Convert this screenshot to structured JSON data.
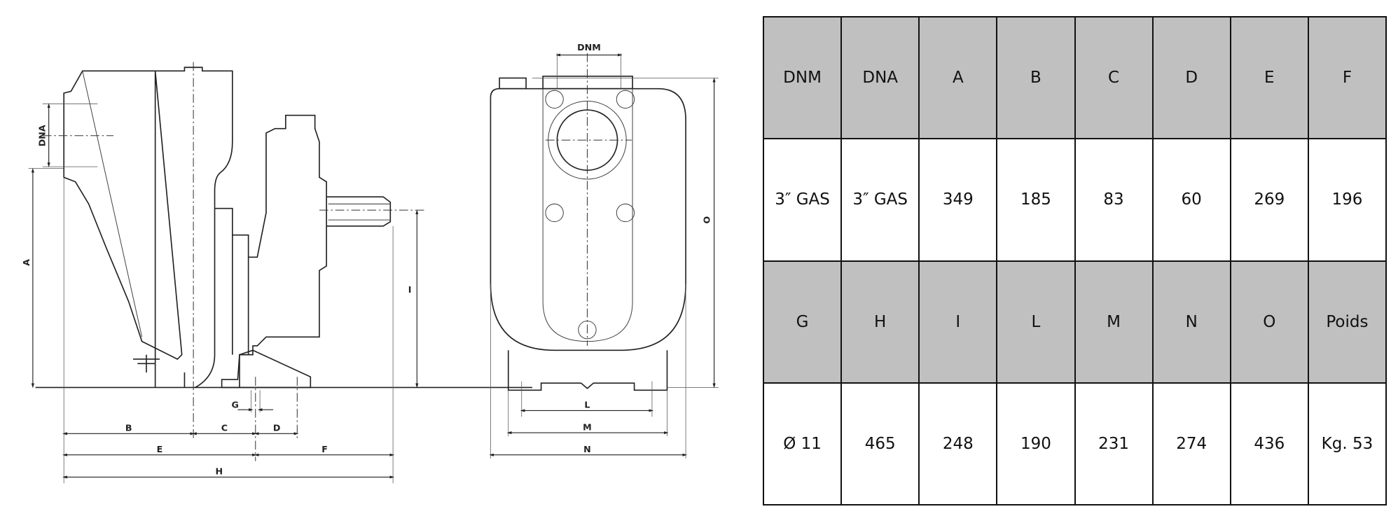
{
  "drawing": {
    "side_view_labels": {
      "A": "A",
      "DNA": "DNA",
      "I": "I",
      "G": "G",
      "B": "B",
      "C": "C",
      "D": "D",
      "E": "E",
      "F": "F",
      "H": "H"
    },
    "front_view_labels": {
      "DNM": "DNM",
      "O": "O",
      "L": "L",
      "M": "M",
      "N": "N"
    }
  },
  "table": {
    "header_row_1": [
      "DNM",
      "DNA",
      "A",
      "B",
      "C",
      "D",
      "E",
      "F"
    ],
    "value_row_1": [
      "3″ GAS",
      "3″ GAS",
      "349",
      "185",
      "83",
      "60",
      "269",
      "196"
    ],
    "header_row_2": [
      "G",
      "H",
      "I",
      "L",
      "M",
      "N",
      "O",
      "Poids"
    ],
    "value_row_2": [
      "Ø 11",
      "465",
      "248",
      "190",
      "231",
      "274",
      "436",
      "Kg. 53"
    ],
    "header_bg": "#c0c0c0"
  }
}
